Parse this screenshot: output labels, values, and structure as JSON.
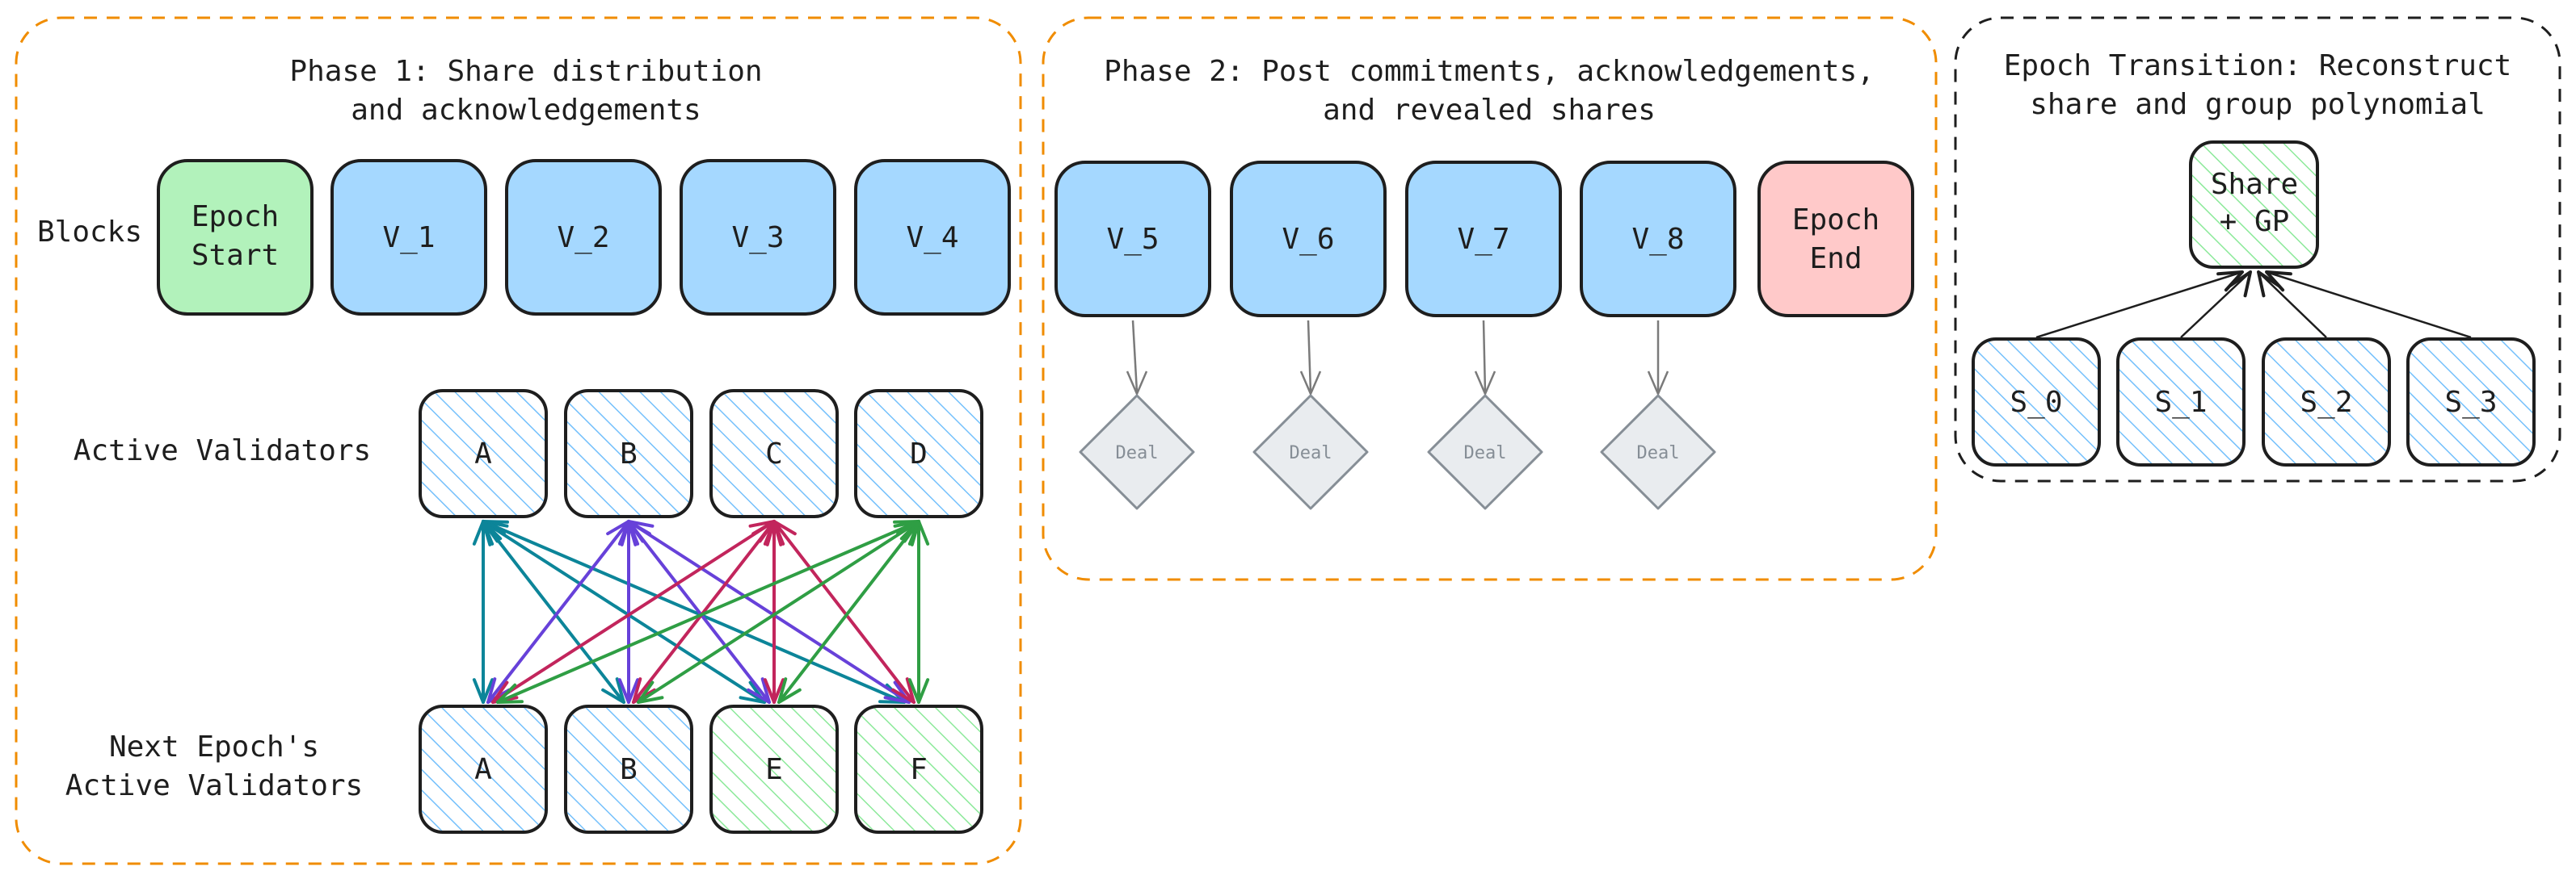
{
  "phase1": {
    "title_line1": "Phase 1: Share distribution",
    "title_line2": "and acknowledgements",
    "row_label_blocks": "Blocks",
    "row_label_active": "Active Validators",
    "row_label_next_line1": "Next Epoch's",
    "row_label_next_line2": "Active Validators",
    "epoch_start_line1": "Epoch",
    "epoch_start_line2": "Start",
    "blocks": [
      "V_1",
      "V_2",
      "V_3",
      "V_4"
    ],
    "active_validators": [
      "A",
      "B",
      "C",
      "D"
    ],
    "next_validators": [
      "A",
      "B",
      "E",
      "F"
    ]
  },
  "phase2": {
    "title_line1": "Phase 2: Post commitments, acknowledgements,",
    "title_line2": "and revealed shares",
    "blocks": [
      "V_5",
      "V_6",
      "V_7",
      "V_8"
    ],
    "epoch_end_line1": "Epoch",
    "epoch_end_line2": "End",
    "deal_labels": [
      "Deal",
      "Deal",
      "Deal",
      "Deal"
    ]
  },
  "transition": {
    "title_line1": "Epoch Transition: Reconstruct",
    "title_line2": "share and group polynomial",
    "root_line1": "Share",
    "root_line2": "+ GP",
    "shares": [
      "S_0",
      "S_1",
      "S_2",
      "S_3"
    ]
  },
  "colors": {
    "phase_border": "#f08c00",
    "transition_border": "#1e1e1e",
    "block_fill": "#a5d8ff",
    "epoch_start_fill": "#b2f2bb",
    "epoch_end_fill": "#ffc9c9",
    "deal_fill": "#e9ecef",
    "arrow_from_A": "#0c8599",
    "arrow_from_B": "#6741d9",
    "arrow_from_C": "#c2255c",
    "arrow_from_D": "#2f9e44"
  }
}
